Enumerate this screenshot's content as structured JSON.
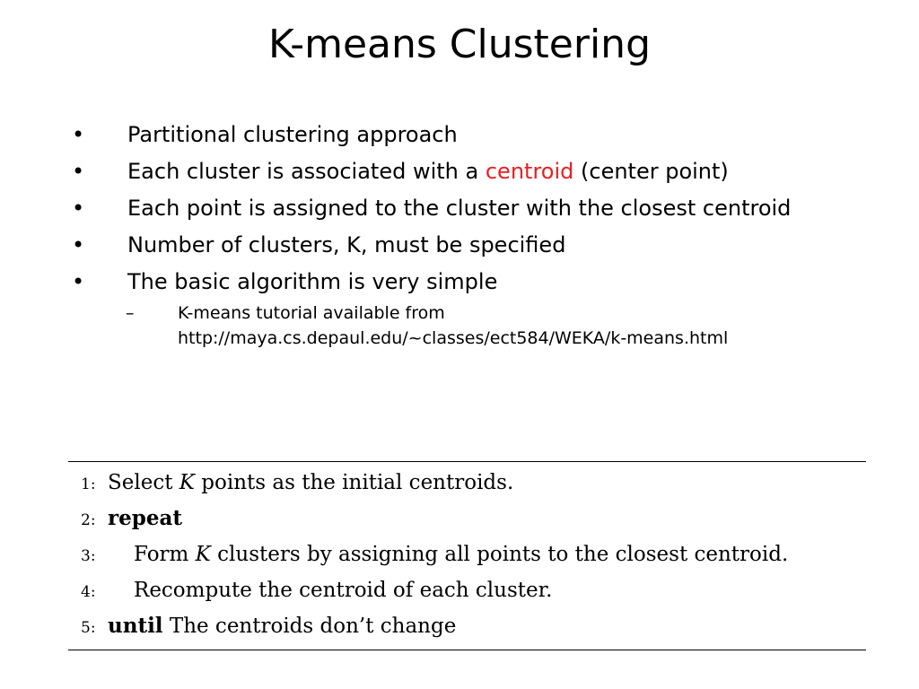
{
  "slide": {
    "title": "K-means Clustering"
  },
  "bullets": [
    {
      "mark": "•",
      "text": "Partitional clustering approach"
    },
    {
      "mark": "•",
      "before": "Each cluster is associated with a ",
      "highlight": "centroid",
      "after": " (center point)"
    },
    {
      "mark": "•",
      "text": "Each point is assigned to the cluster with the closest centroid"
    },
    {
      "mark": "•",
      "text": "Number of clusters, K, must be specified"
    },
    {
      "mark": "•",
      "text": "The basic algorithm is very simple"
    }
  ],
  "subbullet": {
    "mark": "–",
    "line1": "K-means tutorial available from",
    "line2": "http://maya.cs.depaul.edu/~classes/ect584/WEKA/k-means.html"
  },
  "algorithm": {
    "lines": [
      {
        "num": "1:",
        "pre": "Select ",
        "var": "K",
        "post": " points as the initial centroids."
      },
      {
        "num": "2:",
        "keyword": "repeat"
      },
      {
        "num": "3:",
        "pre": "Form ",
        "var": "K",
        "post": " clusters by assigning all points to the closest centroid."
      },
      {
        "num": "4:",
        "text": "Recompute the centroid of each cluster."
      },
      {
        "num": "5:",
        "keyword": "until",
        "post": " The centroids don’t change"
      }
    ]
  },
  "colors": {
    "highlight": "#e82020",
    "text": "#000000",
    "background": "#ffffff"
  }
}
